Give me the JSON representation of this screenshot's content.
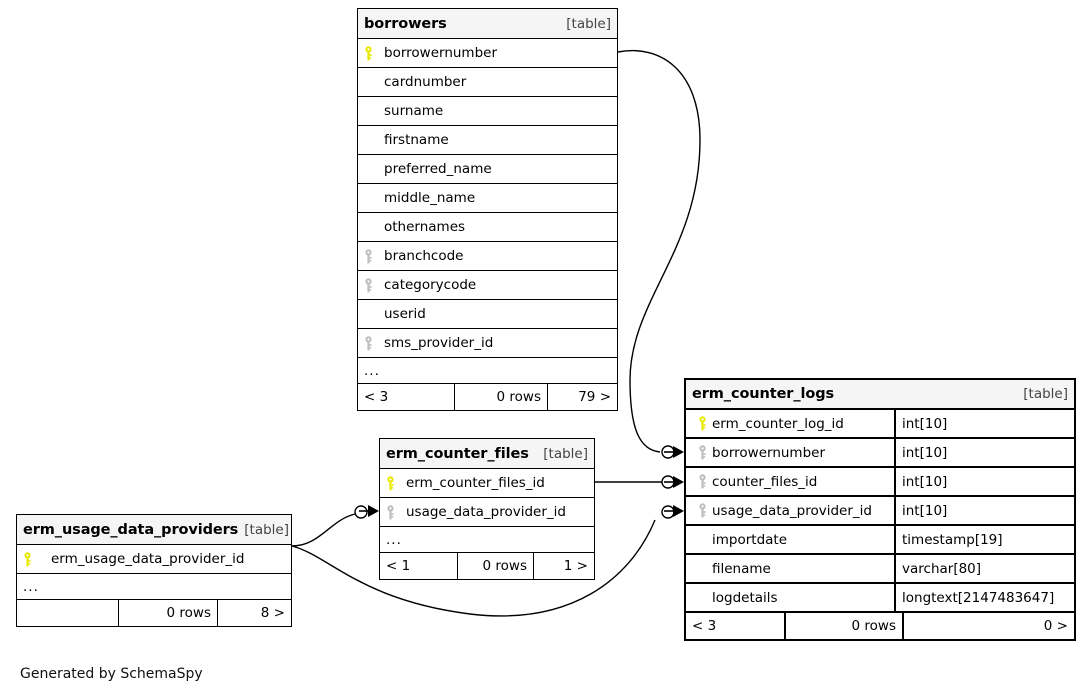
{
  "diagram": {
    "generator_note": "Generated by SchemaSpy",
    "table_tag": "[table]",
    "ellipsis": "...",
    "key_icon_primary": "key-icon-primary",
    "key_icon_foreign": "key-icon-foreign",
    "colors": {
      "primary_key": "#e8e800",
      "foreign_key": "#b8b8b8",
      "header_bg": "#f5f5f5",
      "border": "#000000",
      "background": "#ffffff"
    }
  },
  "tables": {
    "borrowers": {
      "name": "borrowers",
      "tag": "[table]",
      "columns": [
        {
          "name": "borrowernumber",
          "key": "primary"
        },
        {
          "name": "cardnumber",
          "key": "none"
        },
        {
          "name": "surname",
          "key": "none"
        },
        {
          "name": "firstname",
          "key": "none"
        },
        {
          "name": "preferred_name",
          "key": "none"
        },
        {
          "name": "middle_name",
          "key": "none"
        },
        {
          "name": "othernames",
          "key": "none"
        },
        {
          "name": "branchcode",
          "key": "foreign"
        },
        {
          "name": "categorycode",
          "key": "foreign"
        },
        {
          "name": "userid",
          "key": "none"
        },
        {
          "name": "sms_provider_id",
          "key": "foreign"
        }
      ],
      "more_indicator": "...",
      "footer": {
        "left": "< 3",
        "middle": "0 rows",
        "right": "79 >"
      }
    },
    "erm_counter_files": {
      "name": "erm_counter_files",
      "tag": "[table]",
      "columns": [
        {
          "name": "erm_counter_files_id",
          "key": "primary"
        },
        {
          "name": "usage_data_provider_id",
          "key": "foreign"
        }
      ],
      "more_indicator": "...",
      "footer": {
        "left": "< 1",
        "middle": "0 rows",
        "right": "1 >"
      }
    },
    "erm_usage_data_providers": {
      "name": "erm_usage_data_providers",
      "tag": "[table]",
      "columns": [
        {
          "name": "erm_usage_data_provider_id",
          "key": "primary"
        }
      ],
      "more_indicator": "...",
      "footer": {
        "left": "",
        "middle": "0 rows",
        "right": "8 >"
      }
    },
    "erm_counter_logs": {
      "name": "erm_counter_logs",
      "tag": "[table]",
      "columns": [
        {
          "name": "erm_counter_log_id",
          "type": "int[10]",
          "key": "primary"
        },
        {
          "name": "borrowernumber",
          "type": "int[10]",
          "key": "foreign"
        },
        {
          "name": "counter_files_id",
          "type": "int[10]",
          "key": "foreign"
        },
        {
          "name": "usage_data_provider_id",
          "type": "int[10]",
          "key": "foreign"
        },
        {
          "name": "importdate",
          "type": "timestamp[19]",
          "key": "none"
        },
        {
          "name": "filename",
          "type": "varchar[80]",
          "key": "none"
        },
        {
          "name": "logdetails",
          "type": "longtext[2147483647]",
          "key": "none"
        }
      ],
      "footer": {
        "left": "< 3",
        "middle": "0 rows",
        "right": "0 >"
      }
    }
  },
  "relationships": [
    {
      "from": "borrowers.borrowernumber",
      "to": "erm_counter_logs.borrowernumber"
    },
    {
      "from": "erm_counter_files.erm_counter_files_id",
      "to": "erm_counter_logs.counter_files_id"
    },
    {
      "from": "erm_usage_data_providers.erm_usage_data_provider_id",
      "to": "erm_counter_files.usage_data_provider_id"
    },
    {
      "from": "erm_usage_data_providers.erm_usage_data_provider_id",
      "to": "erm_counter_logs.usage_data_provider_id"
    }
  ]
}
